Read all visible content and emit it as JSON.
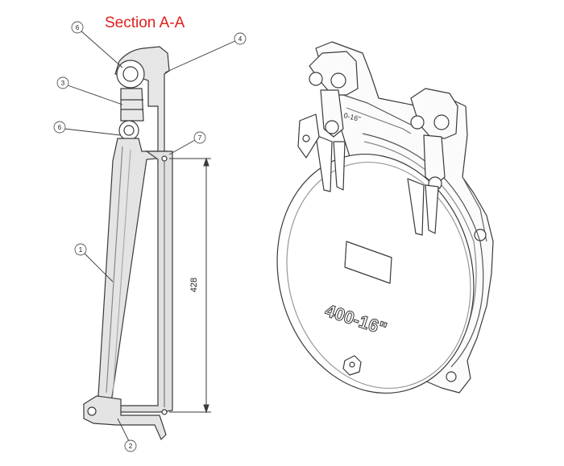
{
  "title": "Section A-A",
  "dimension": "428",
  "callouts": {
    "c1": "1",
    "c2": "2",
    "c3": "3",
    "c4": "4",
    "c6a": "6",
    "c6b": "6",
    "c7": "7"
  },
  "view_labels": {
    "door_marking": "400-16\"",
    "hinge_marking": "0-16\""
  },
  "colors": {
    "title": "#e0201c",
    "line": "#3a3a3a"
  }
}
